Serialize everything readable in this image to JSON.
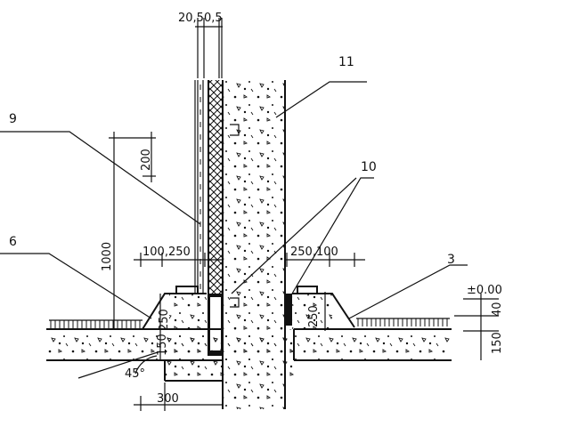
{
  "callouts": {
    "c11": "11",
    "c9": "9",
    "c10": "10",
    "c6": "6",
    "c3": "3"
  },
  "dimensions": {
    "top_layers": "20,50,5",
    "d200": "200",
    "d1000": "1000",
    "left_100_250": "100,250",
    "right_250_100": "250,100",
    "left_250": "250",
    "right_250": "250",
    "left_150": "150",
    "right_150": "150",
    "elev_000": "±0.00",
    "d40": "40",
    "angle_45": "45°",
    "d300": "300"
  },
  "colors": {
    "ink": "#111111",
    "paper": "#ffffff"
  }
}
